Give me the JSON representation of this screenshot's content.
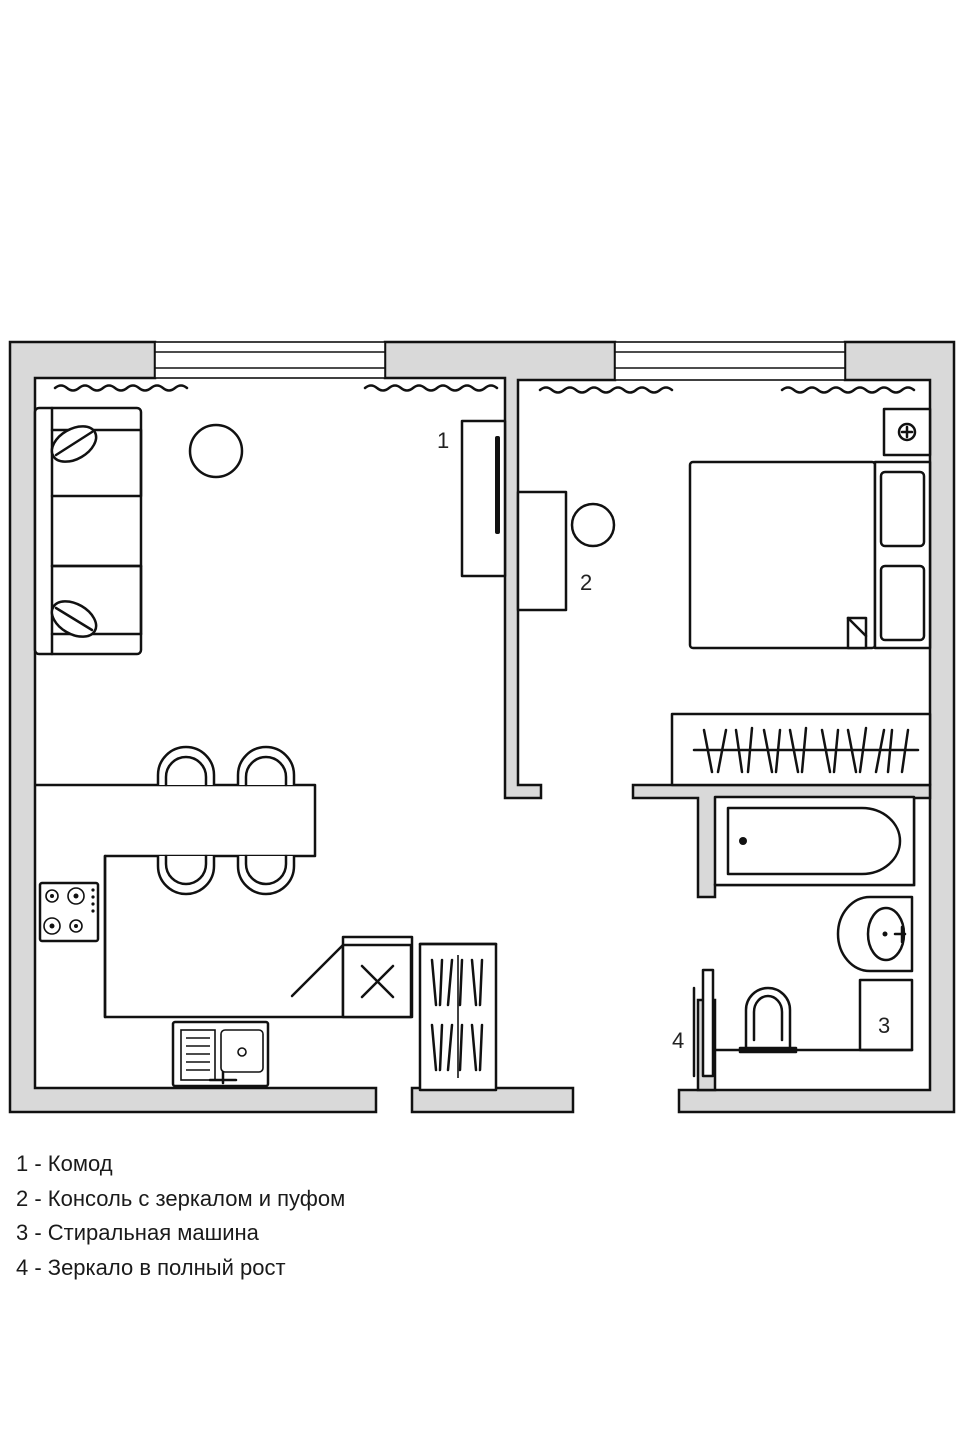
{
  "plan": {
    "markers": [
      {
        "id": "1",
        "text": "1"
      },
      {
        "id": "2",
        "text": "2"
      },
      {
        "id": "3",
        "text": "3"
      },
      {
        "id": "4",
        "text": "4"
      }
    ]
  },
  "legend": {
    "items": [
      {
        "text": "1 - Комод"
      },
      {
        "text": "2 - Консоль с зеркалом и пуфом"
      },
      {
        "text": "3 - Стиральная машина"
      },
      {
        "text": "4 - Зеркало в полный рост"
      }
    ]
  },
  "colors": {
    "wall_fill": "#d9d9d9",
    "line": "#111111",
    "background": "#ffffff"
  }
}
